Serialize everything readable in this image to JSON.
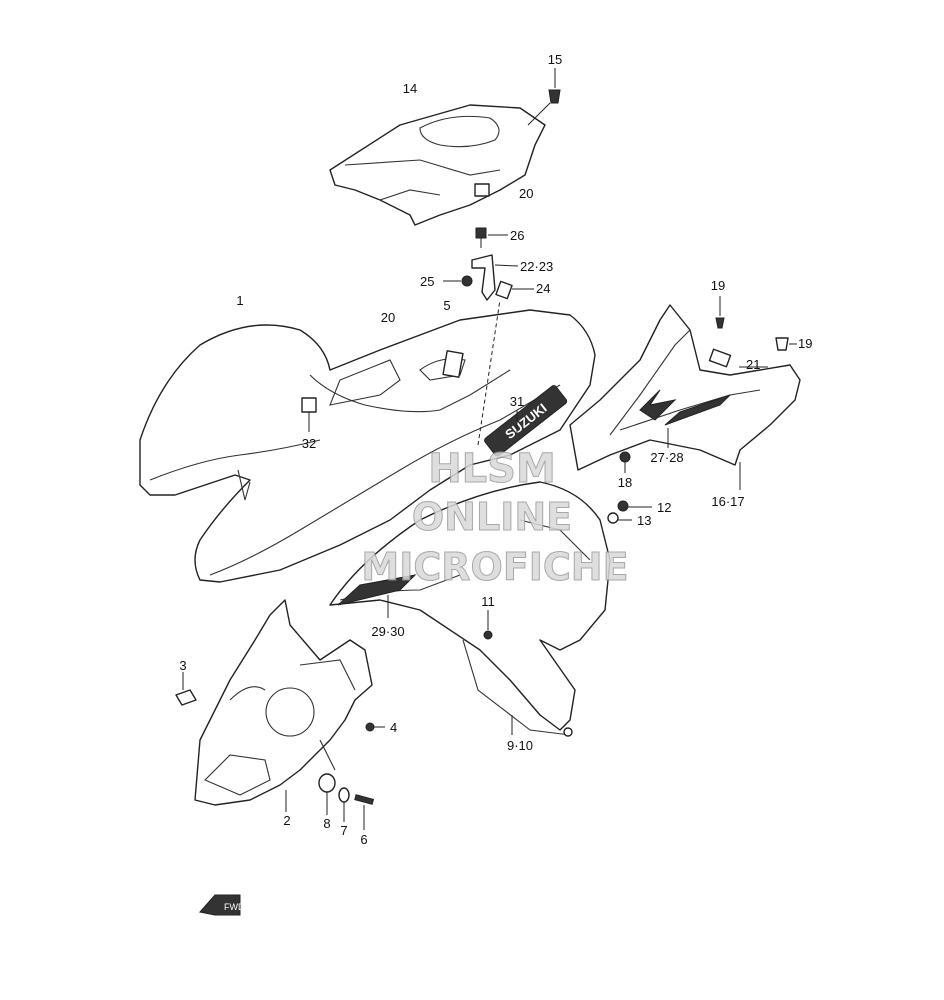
{
  "callouts": {
    "c1": "1",
    "c2": "2",
    "c3": "3",
    "c4": "4",
    "c5": "5",
    "c6": "6",
    "c7": "7",
    "c8": "8",
    "c9_10": "9·10",
    "c11": "11",
    "c12": "12",
    "c13": "13",
    "c14": "14",
    "c15": "15",
    "c16_17": "16·17",
    "c18": "18",
    "c19a": "19",
    "c19b": "19",
    "c20a": "20",
    "c20b": "20",
    "c21": "21",
    "c22_23": "22·23",
    "c24": "24",
    "c25": "25",
    "c26": "26",
    "c27_28": "27·28",
    "c29_30": "29·30",
    "c31": "31",
    "c32": "32"
  },
  "watermark": {
    "line1": "HLSM",
    "line2": "ONLINE",
    "line3": "MICROFICHE"
  },
  "decal": {
    "brand": "SUZUKI"
  },
  "fwd_mark": {
    "label": "FWD"
  },
  "icons": [
    "fwd-arrow-icon"
  ]
}
